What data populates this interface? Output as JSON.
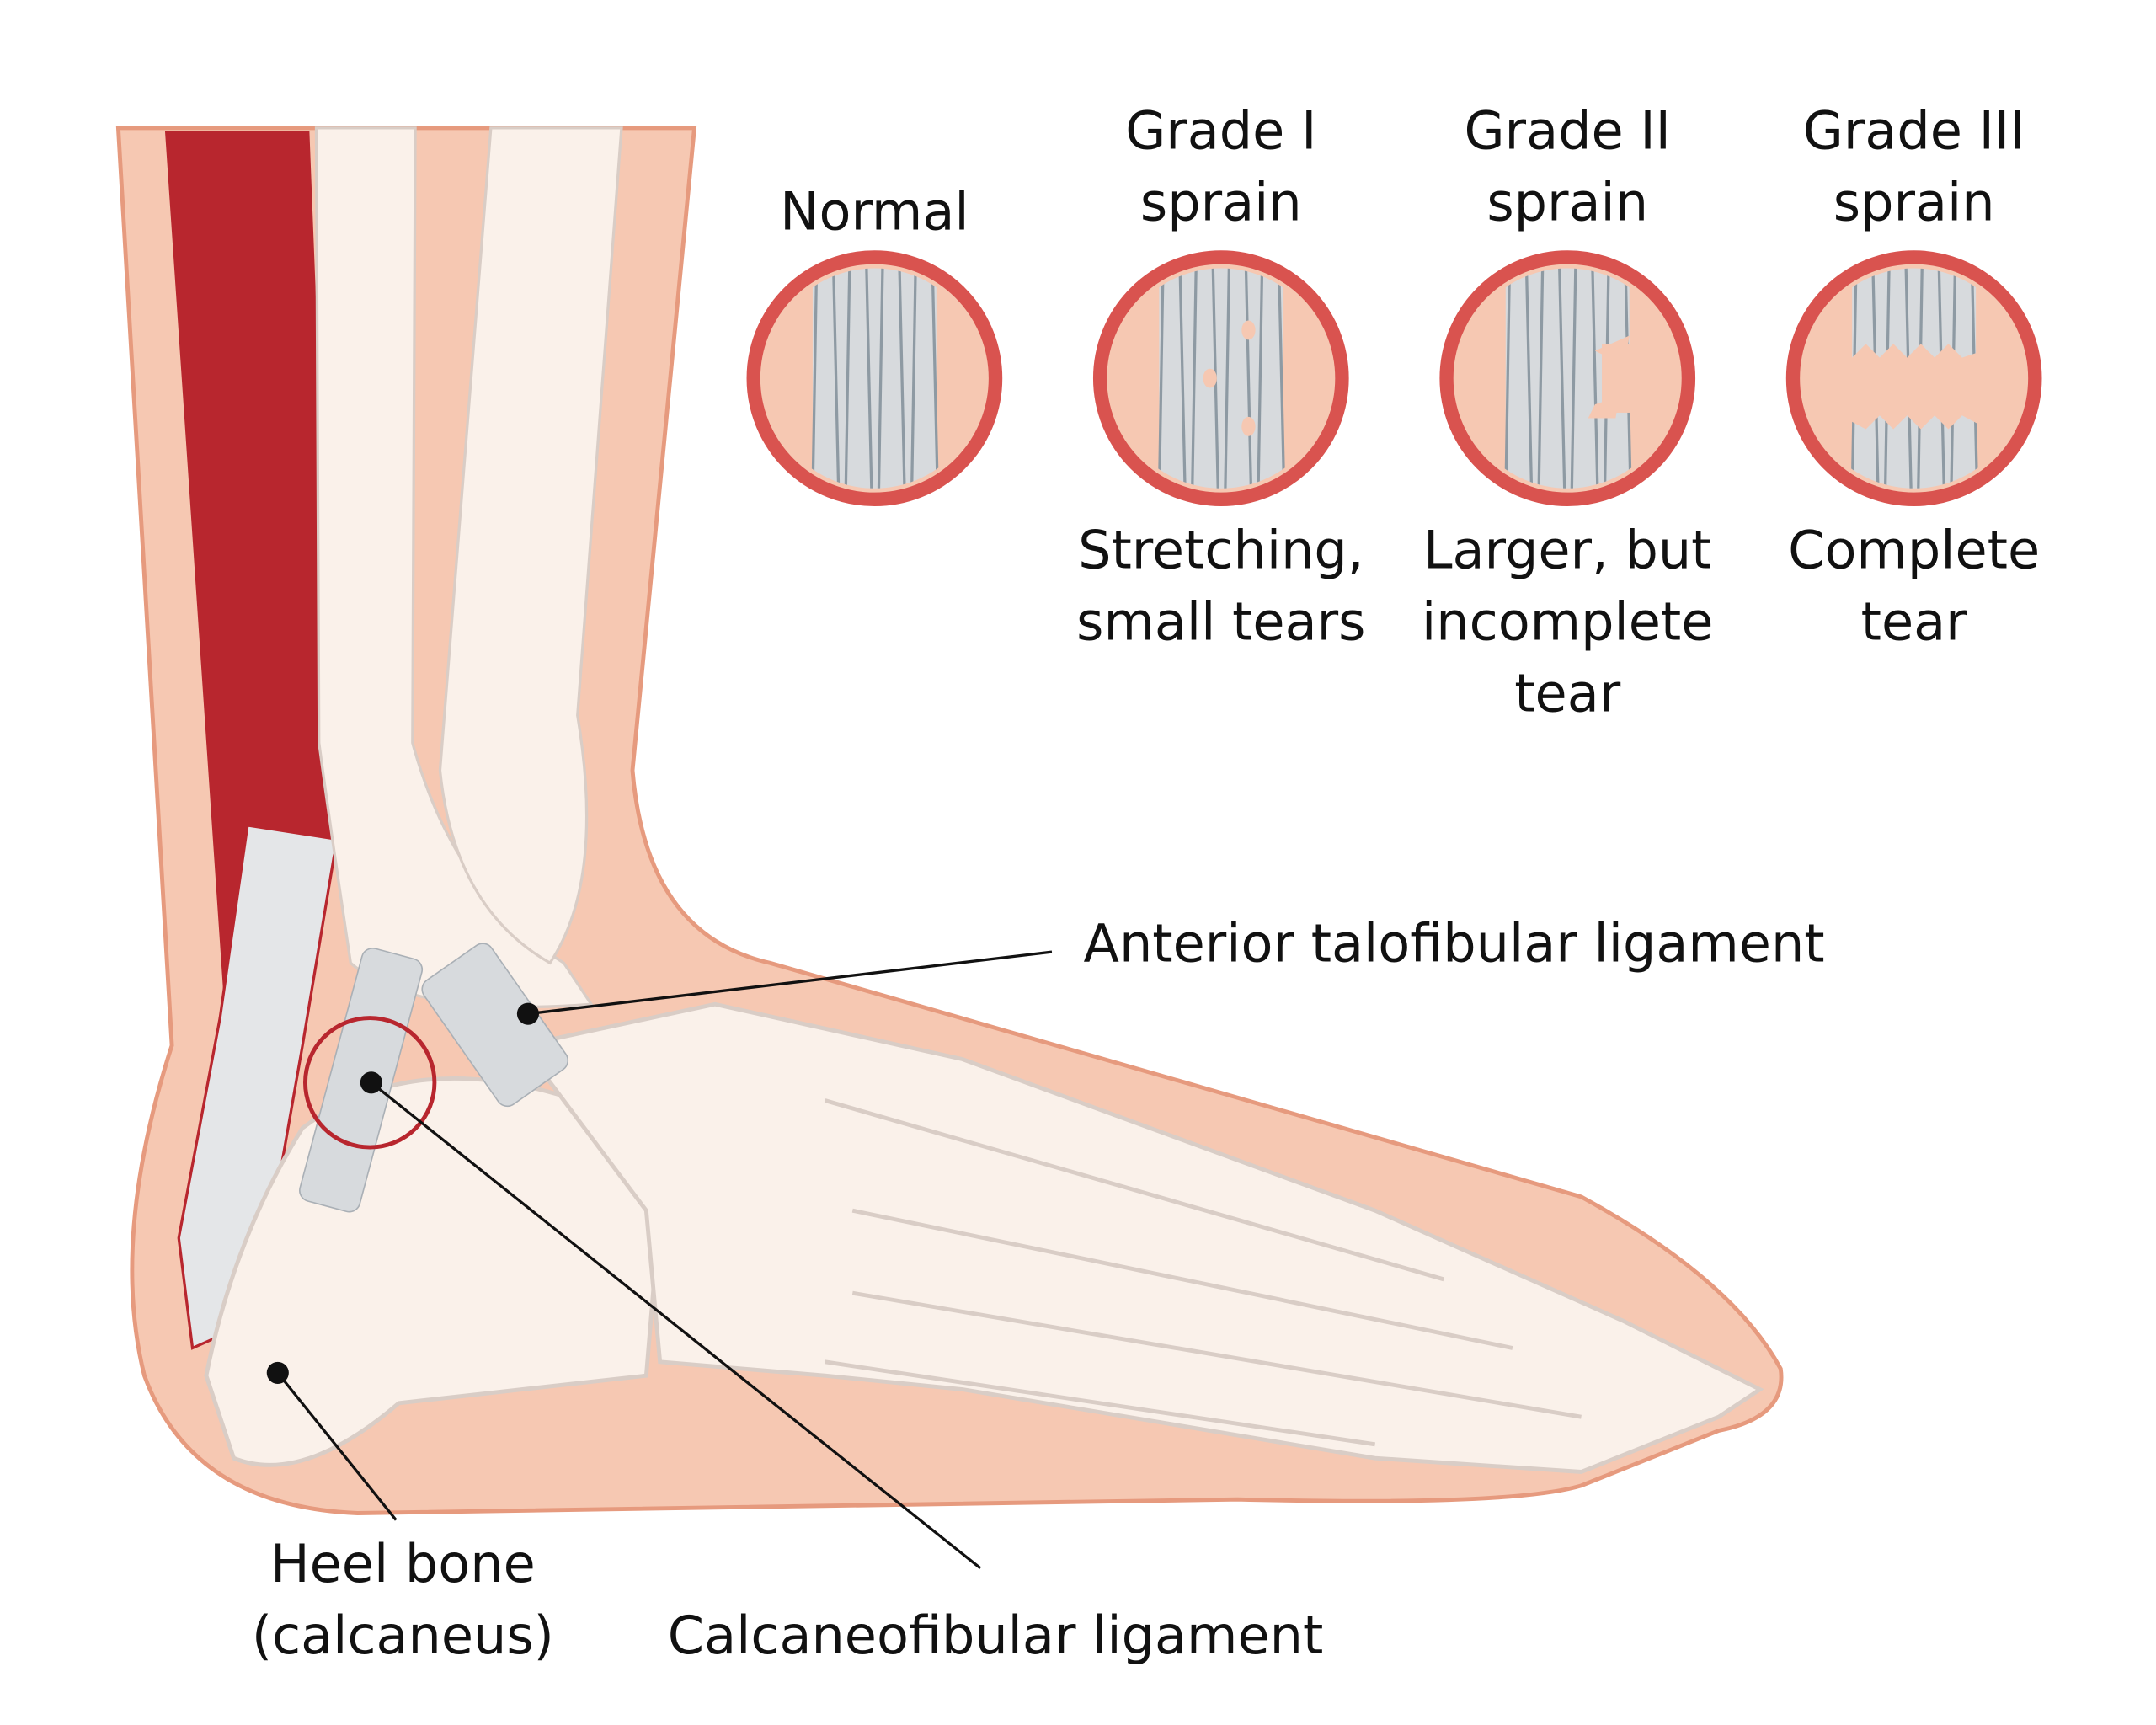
{
  "grades": [
    {
      "title_lines": [
        "Normal"
      ],
      "caption_lines": []
    },
    {
      "title_lines": [
        "Grade I",
        "sprain"
      ],
      "caption_lines": [
        "Stretching,",
        "small tears"
      ]
    },
    {
      "title_lines": [
        "Grade II",
        "sprain"
      ],
      "caption_lines": [
        "Larger, but",
        "incomplete",
        "tear"
      ]
    },
    {
      "title_lines": [
        "Grade III",
        "sprain"
      ],
      "caption_lines": [
        "Complete",
        "tear"
      ]
    }
  ],
  "labels": {
    "anterior_talofibular": "Anterior talofibular ligament",
    "heel_bone_line1": "Heel bone",
    "heel_bone_line2": "(calcaneus)",
    "calcaneofibular": "Calcaneofibular ligament"
  },
  "colors": {
    "skin": "#f6c8b2",
    "skin_outline": "#e69a7e",
    "bone": "#faf1ea",
    "bone_outline": "#d9cdc6",
    "muscle": "#b8262e",
    "ligament": "#d7dadd",
    "ring": "#d9534f"
  }
}
